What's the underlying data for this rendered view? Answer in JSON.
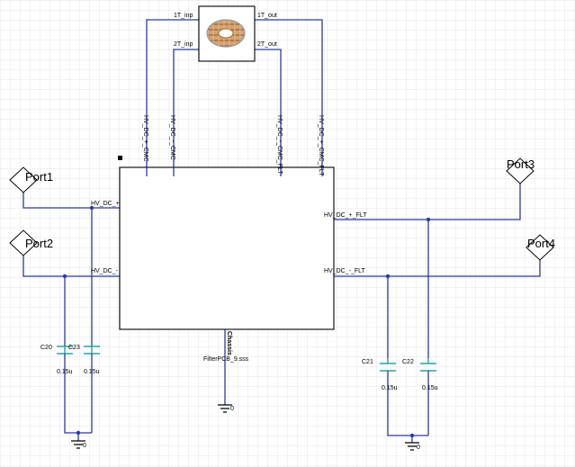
{
  "ports": {
    "port1": "Port1",
    "port2": "Port2",
    "port3": "Port3",
    "port4": "Port4"
  },
  "main_block": {
    "name": "FilterPCB_9.sss",
    "pins": {
      "left_top": "HV_DC_+",
      "left_bottom": "HV_DC_-",
      "top_1": "HV_DC_+_CMC",
      "top_2": "HV_DC_-_CMC",
      "top_3": "HV_DC_-_CMC_FLT",
      "top_4": "HV_DC_+_CMC_FLT",
      "right_top": "HV_DC_+_FLT",
      "right_bottom": "HV_DC_-_FLT",
      "bottom": "Chassis"
    }
  },
  "choke": {
    "pin_1t_inp": "1T_inp",
    "pin_2t_inp": "2T_inp",
    "pin_1t_out": "1T_out",
    "pin_2t_out": "2T_out"
  },
  "capacitors": [
    {
      "name": "C20",
      "value": "0.15u"
    },
    {
      "name": "C23",
      "value": "0.15u"
    },
    {
      "name": "C21",
      "value": "0.15u"
    },
    {
      "name": "C22",
      "value": "0.15u"
    }
  ],
  "grounds": [
    "0",
    "0",
    "0"
  ],
  "colors": {
    "wire": "#2b3aa0",
    "capacitor": "#2aa39a",
    "grid": "#e6e6e6"
  }
}
